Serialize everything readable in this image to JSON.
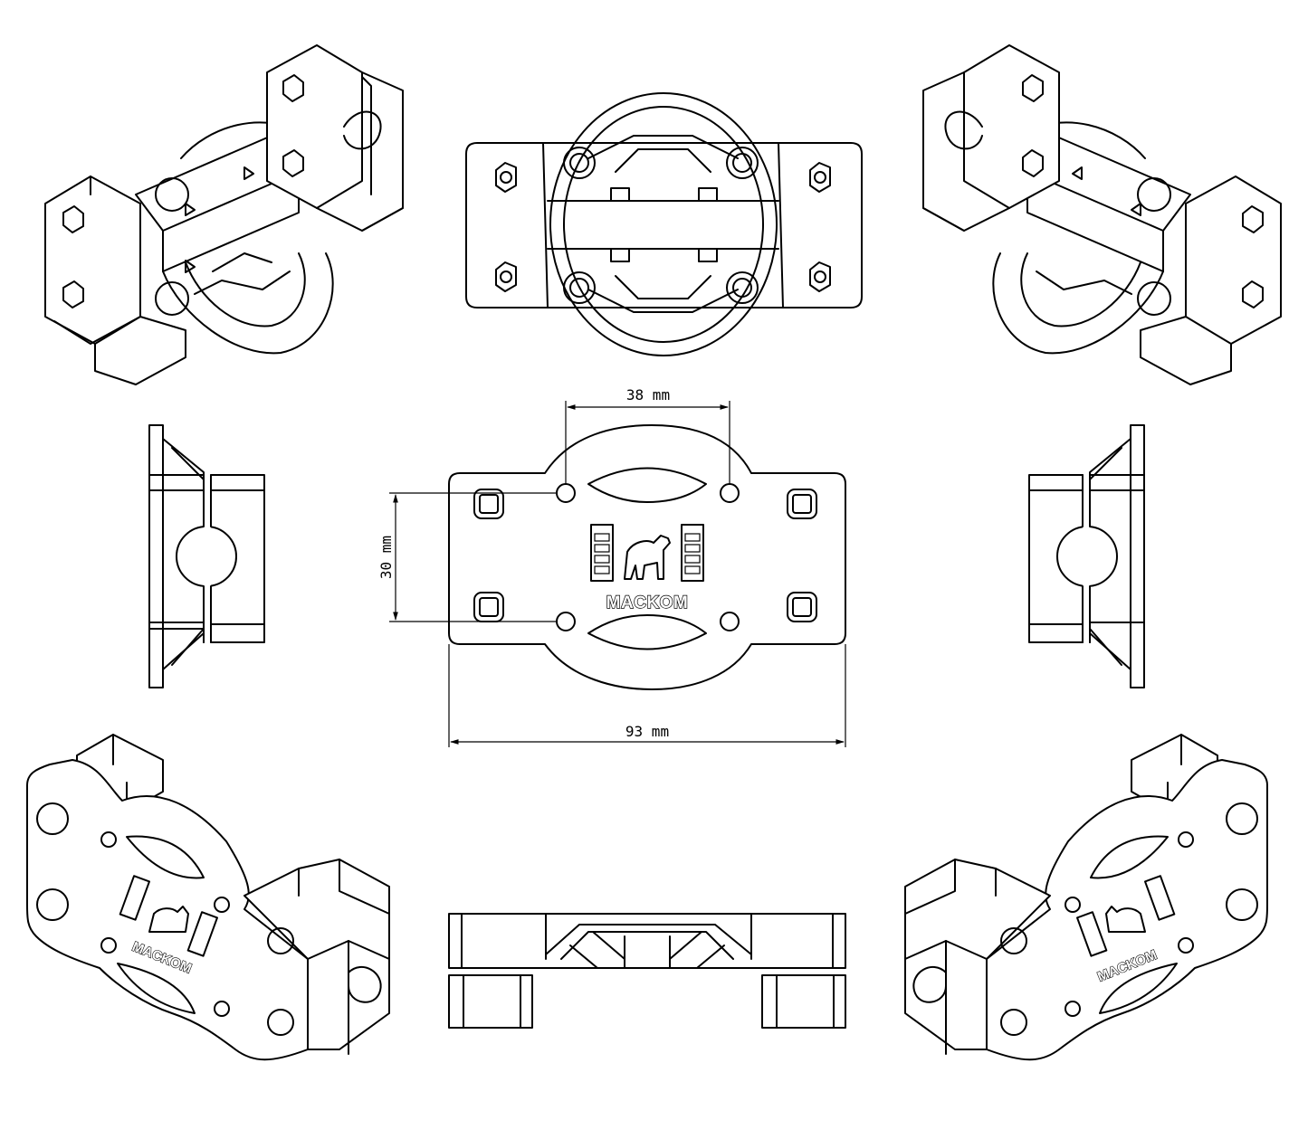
{
  "dimensions": {
    "top_width": "38 mm",
    "side_height": "30 mm",
    "overall_width": "93 mm"
  },
  "logo": {
    "brand": "MACKOM",
    "icon": "bear-icon"
  },
  "views": [
    "iso-top-left",
    "top-view",
    "iso-top-right",
    "side-left",
    "front-view-dimensioned",
    "side-right",
    "iso-bottom-left",
    "bottom-view",
    "iso-bottom-right"
  ]
}
